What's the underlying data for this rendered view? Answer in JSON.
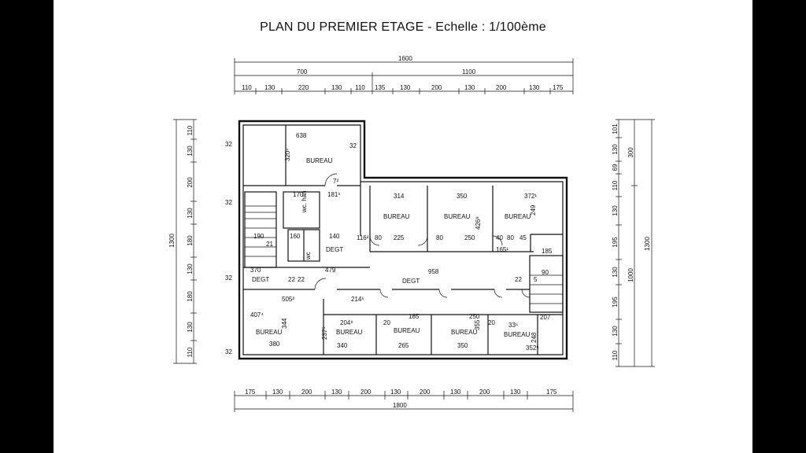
{
  "title": "PLAN DU PREMIER ETAGE - Echelle : 1/100ème",
  "top_dims": {
    "total": "1600",
    "split": [
      "700",
      "1100"
    ],
    "segments": [
      "110",
      "130",
      "220",
      "130",
      "110",
      "135",
      "130",
      "200",
      "130",
      "200",
      "130",
      "175"
    ]
  },
  "bottom_dims": {
    "segments": [
      "175",
      "130",
      "200",
      "130",
      "200",
      "130",
      "200",
      "130",
      "200",
      "130",
      "175"
    ],
    "total": "1800"
  },
  "left_dims": {
    "total": "1300",
    "segments": [
      "110",
      "130",
      "200",
      "130",
      "180",
      "130",
      "180",
      "130",
      "110"
    ]
  },
  "right_dims": {
    "total": "1300",
    "split": [
      "300",
      "1000"
    ],
    "segments": [
      "101",
      "130",
      "69",
      "110",
      "130",
      "195",
      "130",
      "195",
      "130",
      "110"
    ]
  },
  "rooms": {
    "bureau_top_left": "BUREAU",
    "bureau_2": "BUREAU",
    "bureau_3": "BUREAU",
    "bureau_4": "BUREAU",
    "bureau_bl1": "BUREAU",
    "bureau_bl2": "BUREAU",
    "bureau_bl3": "BUREAU",
    "bureau_bl4": "BUREAU",
    "bureau_bl5": "BUREAU",
    "degt_1": "DEGT",
    "degt_2": "DEGT",
    "degt_3": "DEGT",
    "wc": "wc. han",
    "wc2": "wc"
  },
  "labels": {
    "l638": "638",
    "l320": "320³",
    "l32a": "32",
    "l32b": "32",
    "l32c": "32",
    "l32d": "32",
    "l32e": "32",
    "l314": "314",
    "l350": "350",
    "l372": "372¹",
    "l426": "426⁸",
    "l249": "249",
    "l225": "225",
    "l250": "250",
    "l80a": "80",
    "l80b": "80",
    "l80c": "80",
    "l165": "165¹",
    "l185": "185",
    "l958": "958",
    "l505": "505²",
    "l214": "214⁶",
    "l407": "407⁴",
    "l380": "380",
    "l340": "340",
    "l265": "265",
    "l350b": "350",
    "l352": "352⁶",
    "l204": "204⁸",
    "l337": "33⁶",
    "l207": "207",
    "l248": "248",
    "l170": "170",
    "l181": "181⁶",
    "l190": "190",
    "l160": "160",
    "l140": "140",
    "l116": "116²",
    "l370": "370",
    "l479": "479",
    "l22a": "22",
    "l22b": "22",
    "l22c": "22",
    "l20a": "20",
    "l20b": "20",
    "l185b": "185",
    "l250b": "250",
    "l355": "355",
    "l237": "237⁵",
    "l344": "344",
    "l40": "40",
    "l45": "45",
    "l21": "21",
    "l90": "90",
    "l5": "5",
    "l72": "7²"
  }
}
